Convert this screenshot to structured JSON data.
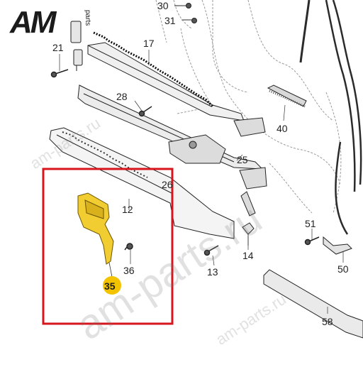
{
  "logo": {
    "main": "AM",
    "sub": "parts"
  },
  "watermark": {
    "big": "am-parts.ru",
    "left": "am-parts.ru",
    "right": "am-parts.ru"
  },
  "colors": {
    "highlight_frame": "#d6161c",
    "part_highlight": "#f2cd32",
    "line": "#333333",
    "label_badge": "#f3c300"
  },
  "callouts": {
    "c30": "30",
    "c31": "31",
    "c21": "21",
    "c17": "17",
    "c28": "28",
    "c40": "40",
    "c25": "25",
    "c26": "26",
    "c12": "12",
    "c51": "51",
    "c14": "14",
    "c36": "36",
    "c13": "13",
    "c50": "50",
    "c35": "35",
    "c58": "58"
  }
}
